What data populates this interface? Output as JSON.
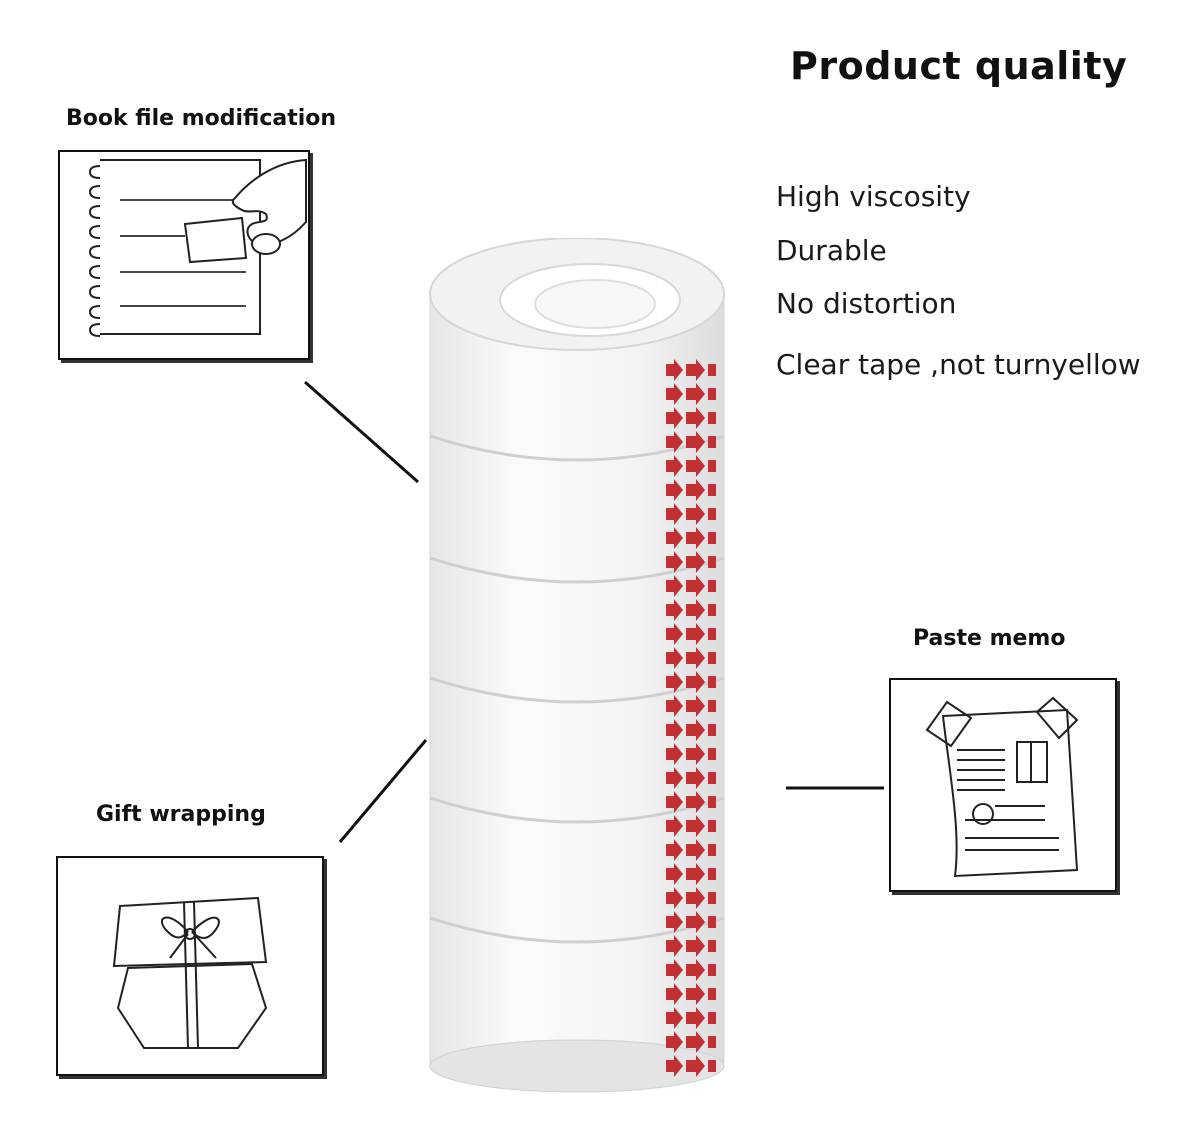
{
  "title": "Product quality",
  "features": [
    "High viscosity",
    "Durable",
    "No distortion",
    "Clear tape ,not turnyellow"
  ],
  "uses": {
    "book": "Book file modification",
    "memo": "Paste memo",
    "gift": "Gift wrapping"
  },
  "colors": {
    "tape_arrow_red": "#c0262b",
    "outline": "#111111"
  }
}
